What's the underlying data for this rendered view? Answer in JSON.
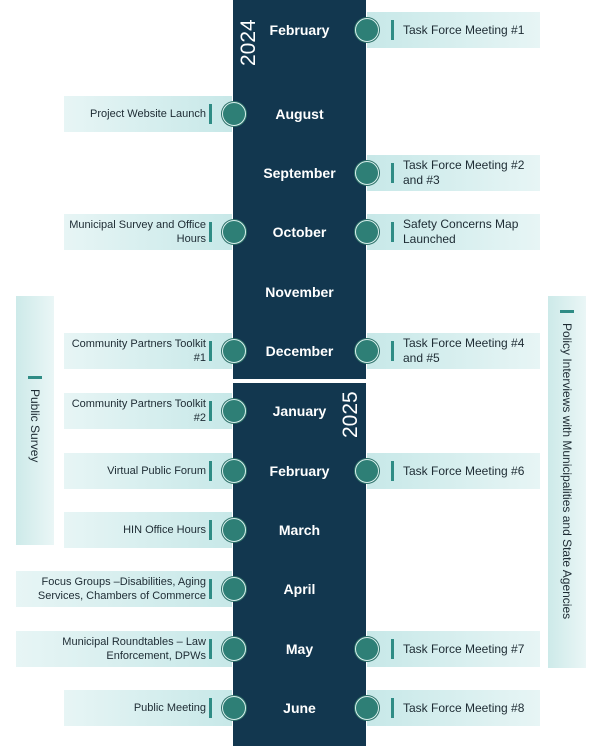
{
  "years": [
    "2024",
    "2025"
  ],
  "months": [
    {
      "label": "February"
    },
    {
      "label": "August"
    },
    {
      "label": "September"
    },
    {
      "label": "October"
    },
    {
      "label": "November"
    },
    {
      "label": "December"
    },
    {
      "label": "January"
    },
    {
      "label": "February"
    },
    {
      "label": "March"
    },
    {
      "label": "April"
    },
    {
      "label": "May"
    },
    {
      "label": "June"
    }
  ],
  "left_events": [
    {
      "text": "Project Website Launch",
      "month": "August"
    },
    {
      "text": "Municipal Survey and Office Hours",
      "month": "October"
    },
    {
      "text": "Community Partners Toolkit #1",
      "month": "December"
    },
    {
      "text": "Community Partners Toolkit #2",
      "month": "January"
    },
    {
      "text": "Virtual Public Forum",
      "month": "February"
    },
    {
      "text": "HIN Office Hours",
      "month": "March"
    },
    {
      "text": "Focus Groups –Disabilities, Aging Services, Chambers of Commerce",
      "month": "April"
    },
    {
      "text": "Municipal Roundtables – Law Enforcement, DPWs",
      "month": "May"
    },
    {
      "text": "Public Meeting",
      "month": "June"
    }
  ],
  "right_events": [
    {
      "text": "Task Force Meeting #1",
      "month": "February"
    },
    {
      "text": "Task Force Meeting #2 and #3",
      "month": "September"
    },
    {
      "text": "Safety Concerns Map Launched",
      "month": "October"
    },
    {
      "text": "Task Force Meeting #4 and #5",
      "month": "December"
    },
    {
      "text": "Task Force Meeting #6",
      "month": "February"
    },
    {
      "text": "Task Force Meeting #7",
      "month": "May"
    },
    {
      "text": "Task Force Meeting #8",
      "month": "June"
    }
  ],
  "spans": {
    "public_survey": "Public Survey",
    "policy_interviews": "Policy Interviews with Municipalities and State  Agencies"
  },
  "colors": {
    "spine": "#12374f",
    "accent": "#2f8c85",
    "box": "#c7e8e8"
  }
}
